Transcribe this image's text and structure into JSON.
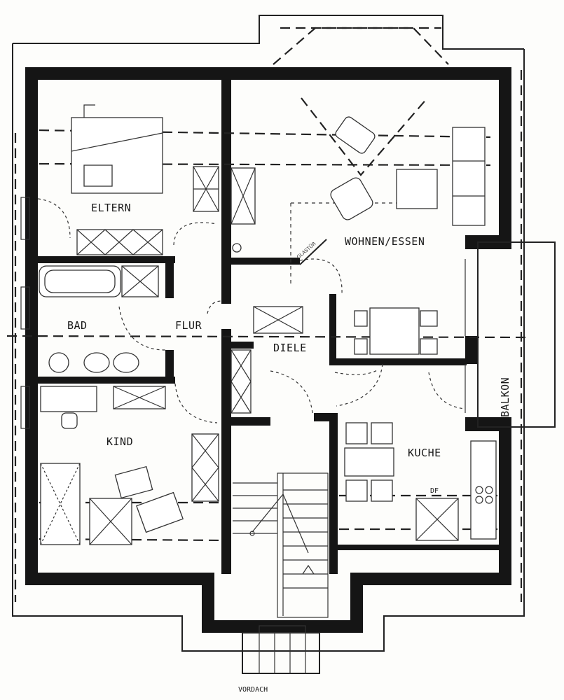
{
  "rooms": {
    "eltern": "ELTERN",
    "wohnen_essen": "WOHNEN/ESSEN",
    "bad": "BAD",
    "flur": "FLUR",
    "diele": "DIELE",
    "kind": "KIND",
    "kuche": "KUCHE",
    "balkon": "BALKON",
    "vordach": "VORDACH"
  },
  "annotations": {
    "glastur": "GLASTÜR",
    "df": "DF"
  }
}
